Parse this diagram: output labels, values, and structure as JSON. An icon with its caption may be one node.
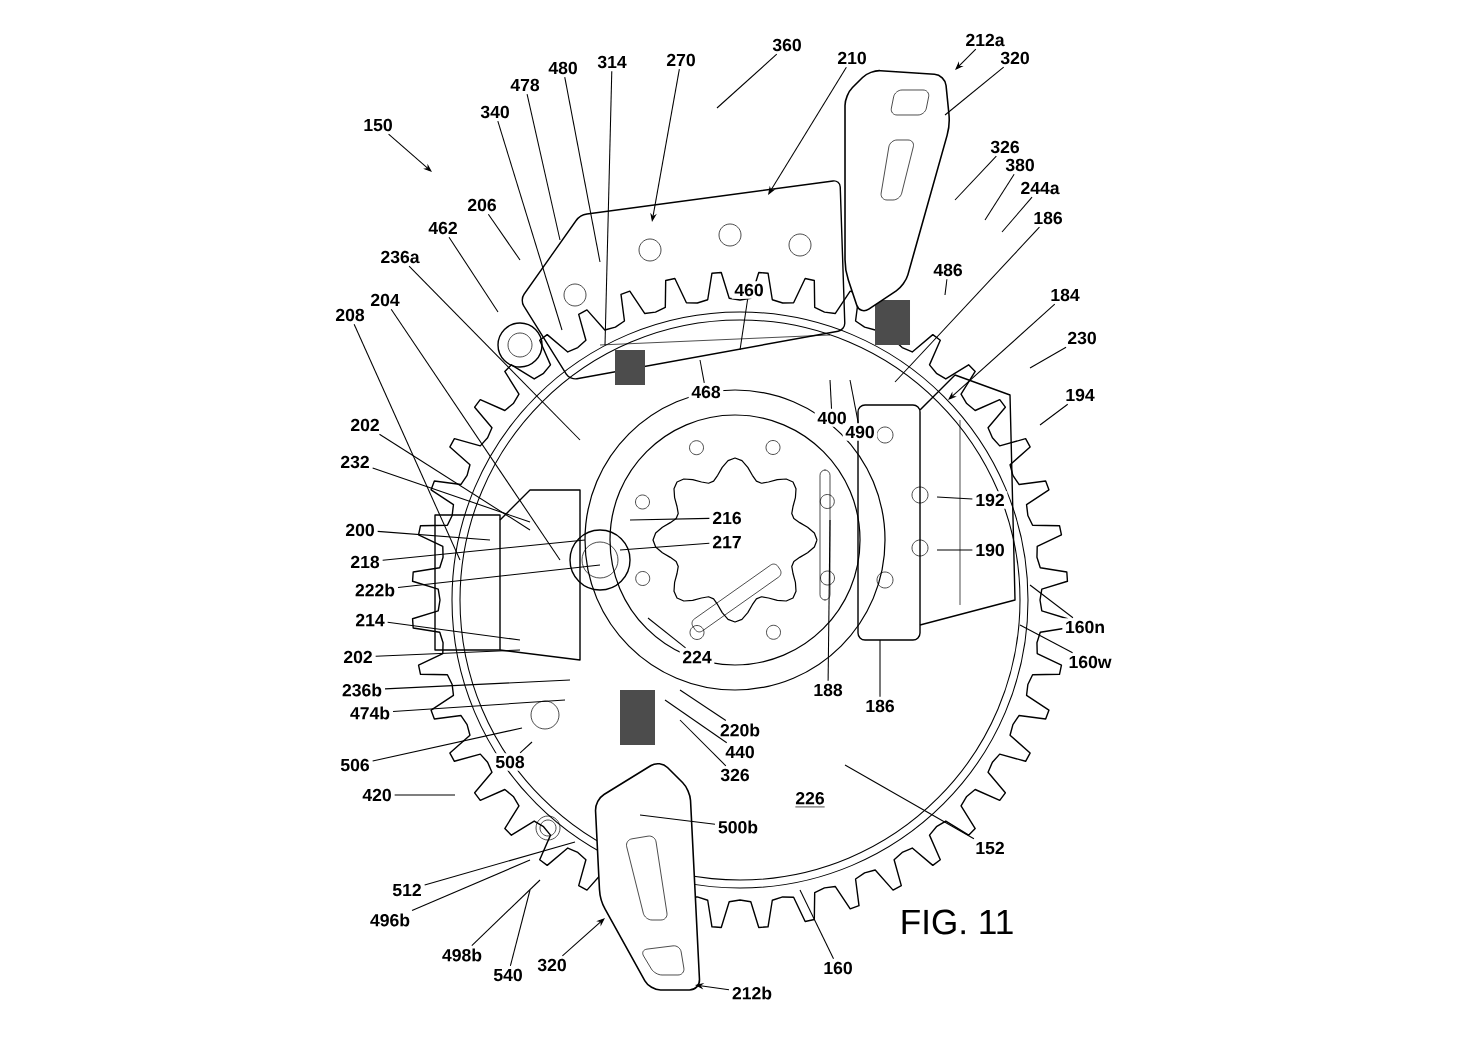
{
  "diagram": {
    "caption": "FIG. 11",
    "nodes": [
      {
        "text": [
          "150"
        ]
      },
      {
        "text": [
          "340"
        ]
      },
      {
        "text": [
          "478"
        ]
      },
      {
        "text": [
          "480"
        ]
      },
      {
        "text": [
          "314"
        ]
      },
      {
        "text": [
          "270"
        ]
      },
      {
        "text": [
          "360"
        ]
      },
      {
        "text": [
          "210"
        ]
      },
      {
        "text": [
          "212a"
        ]
      },
      {
        "text": [
          "320"
        ]
      },
      {
        "text": [
          "326"
        ]
      },
      {
        "text": [
          "380"
        ]
      },
      {
        "text": [
          "244a"
        ]
      },
      {
        "text": [
          "186"
        ]
      },
      {
        "text": [
          "206"
        ]
      },
      {
        "text": [
          "462"
        ]
      },
      {
        "text": [
          "236a"
        ]
      },
      {
        "text": [
          "486"
        ]
      },
      {
        "text": [
          "204"
        ]
      },
      {
        "text": [
          "208"
        ]
      },
      {
        "text": [
          "460"
        ]
      },
      {
        "text": [
          "184"
        ]
      },
      {
        "text": [
          "230"
        ]
      },
      {
        "text": [
          "468"
        ]
      },
      {
        "text": [
          "194"
        ]
      },
      {
        "text": [
          "400"
        ]
      },
      {
        "text": [
          "490"
        ]
      },
      {
        "text": [
          "202"
        ]
      },
      {
        "text": [
          "232"
        ]
      },
      {
        "text": [
          "192"
        ]
      },
      {
        "text": [
          "216"
        ]
      },
      {
        "text": [
          "200"
        ]
      },
      {
        "text": [
          "217"
        ]
      },
      {
        "text": [
          "190"
        ]
      },
      {
        "text": [
          "218"
        ]
      },
      {
        "text": [
          "222b"
        ]
      },
      {
        "text": [
          "214"
        ]
      },
      {
        "text": [
          "160n"
        ]
      },
      {
        "text": [
          "202"
        ]
      },
      {
        "text": [
          "224"
        ]
      },
      {
        "text": [
          "160w"
        ]
      },
      {
        "text": [
          "236b"
        ]
      },
      {
        "text": [
          "188"
        ]
      },
      {
        "text": [
          "186"
        ]
      },
      {
        "text": [
          "474b"
        ]
      },
      {
        "text": [
          "220b"
        ]
      },
      {
        "text": [
          "440"
        ]
      },
      {
        "text": [
          "506"
        ]
      },
      {
        "text": [
          "508"
        ]
      },
      {
        "text": [
          "326"
        ]
      },
      {
        "text": [
          "420"
        ]
      },
      {
        "text": [
          "500b"
        ]
      },
      {
        "text": [
          "152"
        ]
      },
      {
        "text": [
          "512"
        ]
      },
      {
        "text": [
          "496b"
        ]
      },
      {
        "text": [
          "498b"
        ]
      },
      {
        "text": [
          "320"
        ]
      },
      {
        "text": [
          "160"
        ]
      },
      {
        "text": [
          "540"
        ]
      },
      {
        "text": [
          "212b"
        ]
      }
    ],
    "edges": [
      {
        "from": 0,
        "to": null,
        "arrow": "to"
      },
      {
        "from": 1,
        "to": null,
        "arrow": "none"
      },
      {
        "from": 2,
        "to": null,
        "arrow": "none"
      },
      {
        "from": 3,
        "to": null,
        "arrow": "none"
      },
      {
        "from": 4,
        "to": null,
        "arrow": "none"
      },
      {
        "from": 5,
        "to": null,
        "arrow": "to"
      },
      {
        "from": 6,
        "to": null,
        "arrow": "none"
      },
      {
        "from": 7,
        "to": null,
        "arrow": "to"
      },
      {
        "from": 8,
        "to": null,
        "arrow": "to"
      },
      {
        "from": 9,
        "to": null,
        "arrow": "none"
      },
      {
        "from": 10,
        "to": null,
        "arrow": "none"
      },
      {
        "from": 11,
        "to": null,
        "arrow": "none"
      },
      {
        "from": 12,
        "to": null,
        "arrow": "none"
      },
      {
        "from": 13,
        "to": null,
        "arrow": "none"
      },
      {
        "from": 14,
        "to": null,
        "arrow": "none"
      },
      {
        "from": 15,
        "to": null,
        "arrow": "none"
      },
      {
        "from": 16,
        "to": null,
        "arrow": "none"
      },
      {
        "from": 17,
        "to": null,
        "arrow": "none"
      },
      {
        "from": 18,
        "to": null,
        "arrow": "none"
      },
      {
        "from": 19,
        "to": null,
        "arrow": "none"
      },
      {
        "from": 20,
        "to": null,
        "arrow": "none"
      },
      {
        "from": 21,
        "to": null,
        "arrow": "to"
      },
      {
        "from": 22,
        "to": null,
        "arrow": "none"
      },
      {
        "from": 23,
        "to": null,
        "arrow": "none"
      },
      {
        "from": 24,
        "to": null,
        "arrow": "none"
      },
      {
        "from": 25,
        "to": null,
        "arrow": "none"
      },
      {
        "from": 26,
        "to": null,
        "arrow": "none"
      },
      {
        "from": 27,
        "to": null,
        "arrow": "none"
      },
      {
        "from": 28,
        "to": null,
        "arrow": "none"
      },
      {
        "from": 29,
        "to": null,
        "arrow": "none"
      },
      {
        "from": 30,
        "to": null,
        "arrow": "none"
      },
      {
        "from": 31,
        "to": null,
        "arrow": "none"
      },
      {
        "from": 32,
        "to": null,
        "arrow": "none"
      },
      {
        "from": 33,
        "to": null,
        "arrow": "none"
      },
      {
        "from": 34,
        "to": null,
        "arrow": "none"
      },
      {
        "from": 35,
        "to": null,
        "arrow": "none"
      },
      {
        "from": 36,
        "to": null,
        "arrow": "none"
      },
      {
        "from": 37,
        "to": null,
        "arrow": "none"
      },
      {
        "from": 38,
        "to": null,
        "arrow": "none"
      },
      {
        "from": 39,
        "to": null,
        "arrow": "none"
      },
      {
        "from": 40,
        "to": null,
        "arrow": "none"
      },
      {
        "from": 41,
        "to": null,
        "arrow": "none"
      },
      {
        "from": 42,
        "to": null,
        "arrow": "none"
      },
      {
        "from": 43,
        "to": null,
        "arrow": "none"
      },
      {
        "from": 44,
        "to": null,
        "arrow": "none"
      },
      {
        "from": 45,
        "to": null,
        "arrow": "none"
      },
      {
        "from": 46,
        "to": null,
        "arrow": "none"
      },
      {
        "from": 47,
        "to": null,
        "arrow": "none"
      },
      {
        "from": 48,
        "to": null,
        "arrow": "none"
      },
      {
        "from": 49,
        "to": null,
        "arrow": "none"
      },
      {
        "from": 50,
        "to": null,
        "arrow": "none"
      },
      {
        "from": 51,
        "to": null,
        "arrow": "none"
      },
      {
        "from": 52,
        "to": null,
        "arrow": "none"
      },
      {
        "from": 53,
        "to": null,
        "arrow": "none"
      },
      {
        "from": 54,
        "to": null,
        "arrow": "none"
      },
      {
        "from": 55,
        "to": null,
        "arrow": "none"
      },
      {
        "from": 56,
        "to": null,
        "arrow": "to"
      },
      {
        "from": 57,
        "to": null,
        "arrow": "none"
      },
      {
        "from": 58,
        "to": null,
        "arrow": "none"
      },
      {
        "from": 59,
        "to": null,
        "arrow": "to"
      }
    ],
    "labels": [
      "226"
    ]
  }
}
